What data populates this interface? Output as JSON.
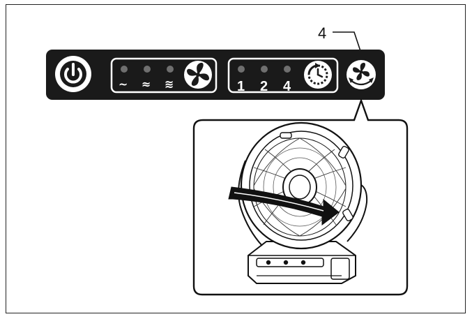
{
  "callout": {
    "label": "4"
  },
  "panel": {
    "power_button": {
      "icon": "power-icon"
    },
    "speed_group": {
      "levels": [
        {
          "glyph": "∼",
          "icon": "low-speed-wave"
        },
        {
          "glyph": "≈",
          "icon": "medium-speed-wave"
        },
        {
          "glyph": "≋",
          "icon": "high-speed-wave"
        }
      ],
      "button_icon": "fan-icon"
    },
    "timer_group": {
      "labels": [
        "1",
        "2",
        "4"
      ],
      "button_icon": "timer-icon"
    },
    "swing_button": {
      "icon": "fan-swing-icon"
    }
  },
  "colors": {
    "panel": "#1a1a1a",
    "indicator": "#6f6f6f",
    "line": "#111111"
  }
}
